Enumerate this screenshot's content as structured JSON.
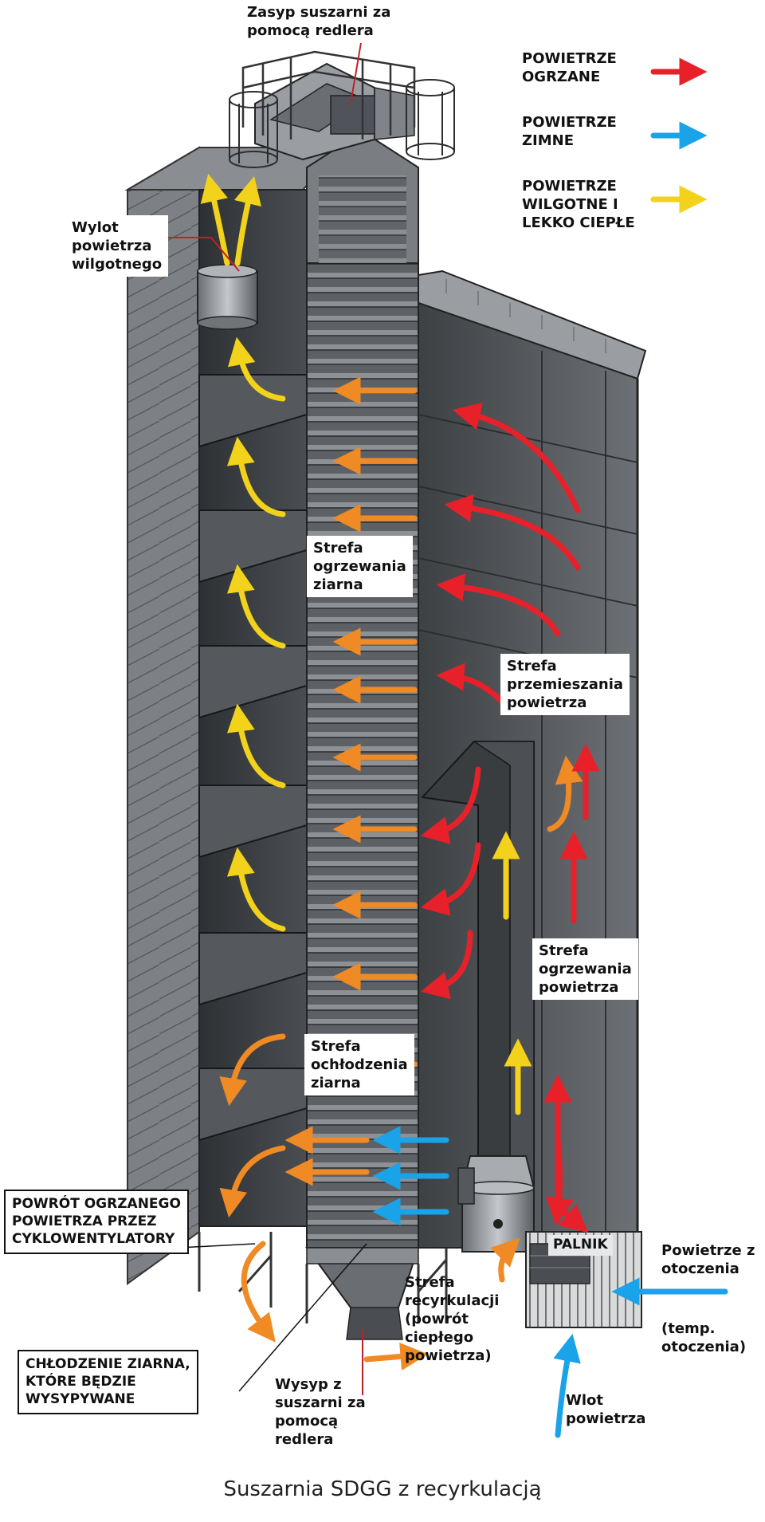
{
  "caption": "Suszarnia SDGG z recyrkulacją",
  "legend": [
    {
      "text": "POWIETRZE\nOGRZANE",
      "color": "#e8202a"
    },
    {
      "text": "POWIETRZE\nZIMNE",
      "color": "#1aa3e8"
    },
    {
      "text": "POWIETRZE\nWILGOTNE I\nLEKKO CIEPŁE",
      "color": "#f2d21b"
    }
  ],
  "labels": {
    "zasyp": "Zasyp suszarni za\npomocą redlera",
    "wylot": "Wylot\npowietrza\nwilgotnego",
    "strefa_ogrzewania_ziarna": "Strefa\nogrzewania\nziarna",
    "strefa_przemieszania": "Strefa\nprzemieszania\npowietrza",
    "strefa_ogrzewania_powietrza": "Strefa\nogrzewania\npowietrza",
    "strefa_ochlodzenia": "Strefa\nochłodzenia\nziarna",
    "powrot": "POWRÓT OGRZANEGO\nPOWIETRZA PRZEZ\nCYKLOWENTYLATORY",
    "palnik": "PALNIK",
    "powietrze_z_otoczenia": "Powietrze z\notoczenia",
    "temp_otoczenia": "(temp.\notoczenia)",
    "strefa_recyrkulacji": "Strefa\nrecyrkulacji\n(powrót\nciepłego\npowietrza)",
    "chlodzenie": "CHŁODZENIE ZIARNA,\nKTÓRE BĘDZIE\nWYSYPYWANE",
    "wysyp": "Wysyp z\nsuszarni za\npomocą\nredlera",
    "wlot": "Wlot\npowietrza"
  },
  "colors": {
    "hot": "#e8202a",
    "cold": "#1aa3e8",
    "moist": "#f2d21b",
    "return": "#f08a24",
    "steel_dark": "#3a3d40",
    "steel_mid": "#6b6f73",
    "steel_light": "#a3a7ab",
    "leader_line": "#c0202a"
  }
}
